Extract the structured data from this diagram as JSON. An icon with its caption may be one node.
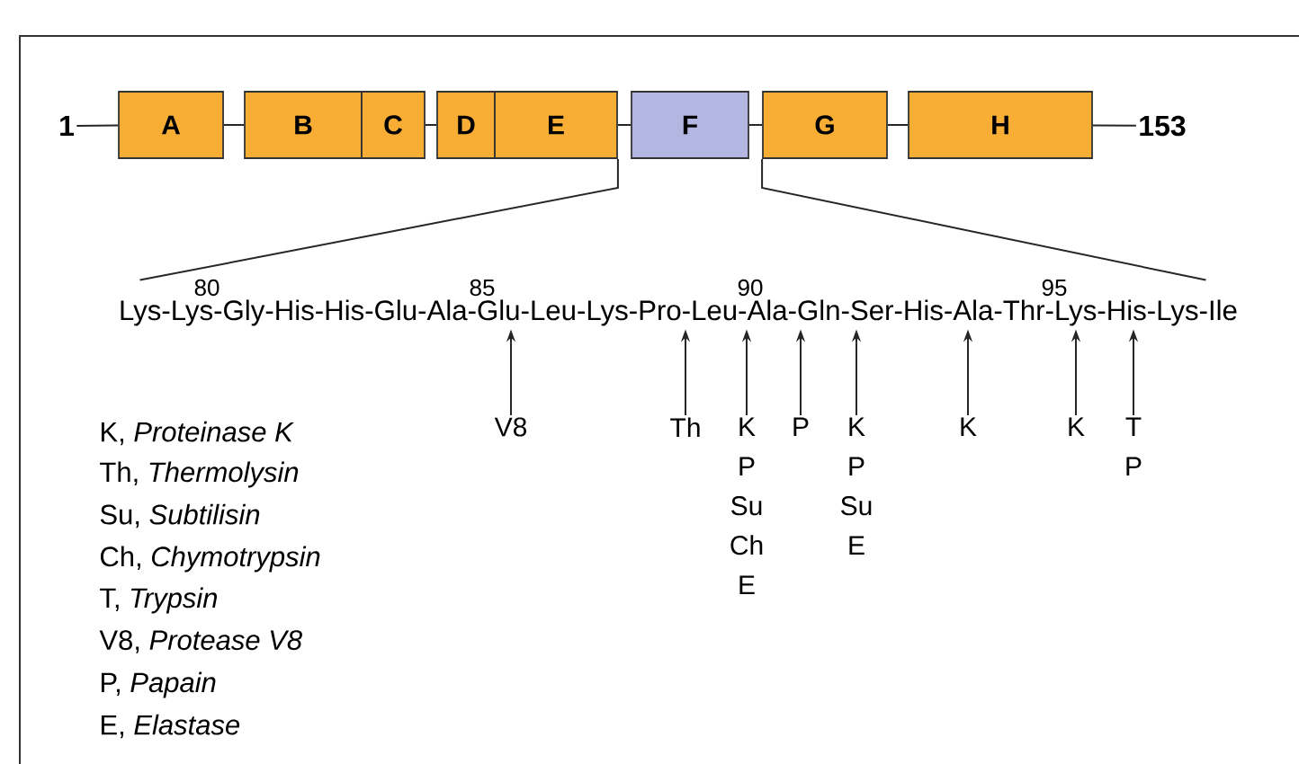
{
  "diagram": {
    "nodes": [
      {
        "text": [
          "1"
        ]
      },
      {
        "text": [
          "A"
        ]
      },
      {
        "text": [
          "B"
        ]
      },
      {
        "text": [
          "C"
        ]
      },
      {
        "text": [
          "D"
        ]
      },
      {
        "text": [
          "E"
        ]
      },
      {
        "text": [
          "F"
        ]
      },
      {
        "text": [
          "G"
        ]
      },
      {
        "text": [
          "H"
        ]
      },
      {
        "text": [
          "153"
        ]
      },
      {
        "text": [
          "Lys-Lys-Gly-His-His-Glu-Ala-Glu-Leu-Lys-Pro-Leu-Ala-Gln-Ser-His-Ala-Thr-Lys-His-Lys-Ile"
        ]
      },
      {
        "text": [
          "V8"
        ]
      },
      {
        "text": [
          "Th"
        ]
      },
      {
        "text": [
          "K",
          "P",
          "Su",
          "Ch",
          "E"
        ]
      },
      {
        "text": [
          "P"
        ]
      },
      {
        "text": [
          "K",
          "P",
          "Su",
          "E"
        ]
      },
      {
        "text": [
          "K"
        ]
      },
      {
        "text": [
          "K"
        ]
      },
      {
        "text": [
          "T",
          "P"
        ]
      }
    ],
    "edges": [
      {
        "from": 0,
        "to": 1,
        "arrow": "none"
      },
      {
        "from": 1,
        "to": 2,
        "arrow": "none"
      },
      {
        "from": 3,
        "to": 4,
        "arrow": "none"
      },
      {
        "from": 5,
        "to": 6,
        "arrow": "none"
      },
      {
        "from": 6,
        "to": 7,
        "arrow": "none"
      },
      {
        "from": 7,
        "to": 8,
        "arrow": "none"
      },
      {
        "from": 8,
        "to": 9,
        "arrow": "none"
      },
      {
        "from": 5,
        "to": 10,
        "arrow": "none"
      },
      {
        "from": 7,
        "to": 10,
        "arrow": "none"
      },
      {
        "from": 11,
        "to": 10,
        "arrow": "to"
      },
      {
        "from": 12,
        "to": 10,
        "arrow": "to"
      },
      {
        "from": 13,
        "to": 10,
        "arrow": "to"
      },
      {
        "from": 14,
        "to": 10,
        "arrow": "to"
      },
      {
        "from": 15,
        "to": 10,
        "arrow": "to"
      },
      {
        "from": 16,
        "to": 10,
        "arrow": "to"
      },
      {
        "from": 17,
        "to": 10,
        "arrow": "to"
      },
      {
        "from": 18,
        "to": 10,
        "arrow": "to"
      }
    ],
    "labels": [
      "80",
      "85",
      "90",
      "95",
      "K, *Proteinase K*",
      "Th, *Thermolysin*",
      "Su, *Subtilisin*",
      "Ch, *Chymotrypsin*",
      "T, *Trypsin*",
      "V8, *Protease V8*",
      "P, *Papain*",
      "E, *Elastase*"
    ]
  }
}
